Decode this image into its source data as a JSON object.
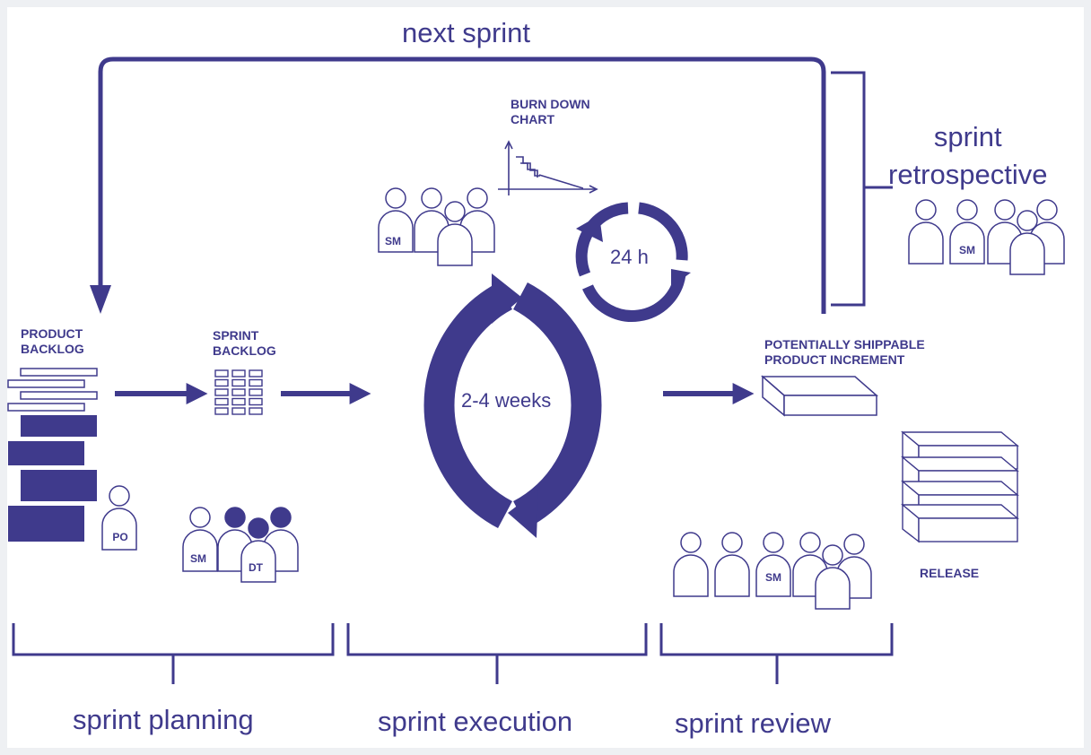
{
  "colors": {
    "primary": "#3f3a8c",
    "background": "#ffffff",
    "frame": "#eef0f3"
  },
  "labels": {
    "next_sprint": "next sprint",
    "sprint_retrospective": "sprint\nretrospective",
    "burn_down_chart": "BURN DOWN\nCHART",
    "daily_cycle": "24 h",
    "sprint_cycle": "2-4 weeks",
    "product_backlog": "PRODUCT\nBACKLOG",
    "sprint_backlog": "SPRINT\nBACKLOG",
    "increment": "POTENTIALLY SHIPPABLE\nPRODUCT INCREMENT",
    "release": "RELEASE",
    "sprint_planning": "sprint planning",
    "sprint_execution": "sprint execution",
    "sprint_review": "sprint review"
  },
  "role_tags": {
    "sm": "SM",
    "po": "PO",
    "dt": "DT"
  },
  "icons": [
    "people-group-icon",
    "burn-down-chart-icon",
    "cycle-arrows-icon",
    "backlog-list-icon",
    "task-grid-icon",
    "increment-box-icon",
    "release-stack-icon"
  ]
}
